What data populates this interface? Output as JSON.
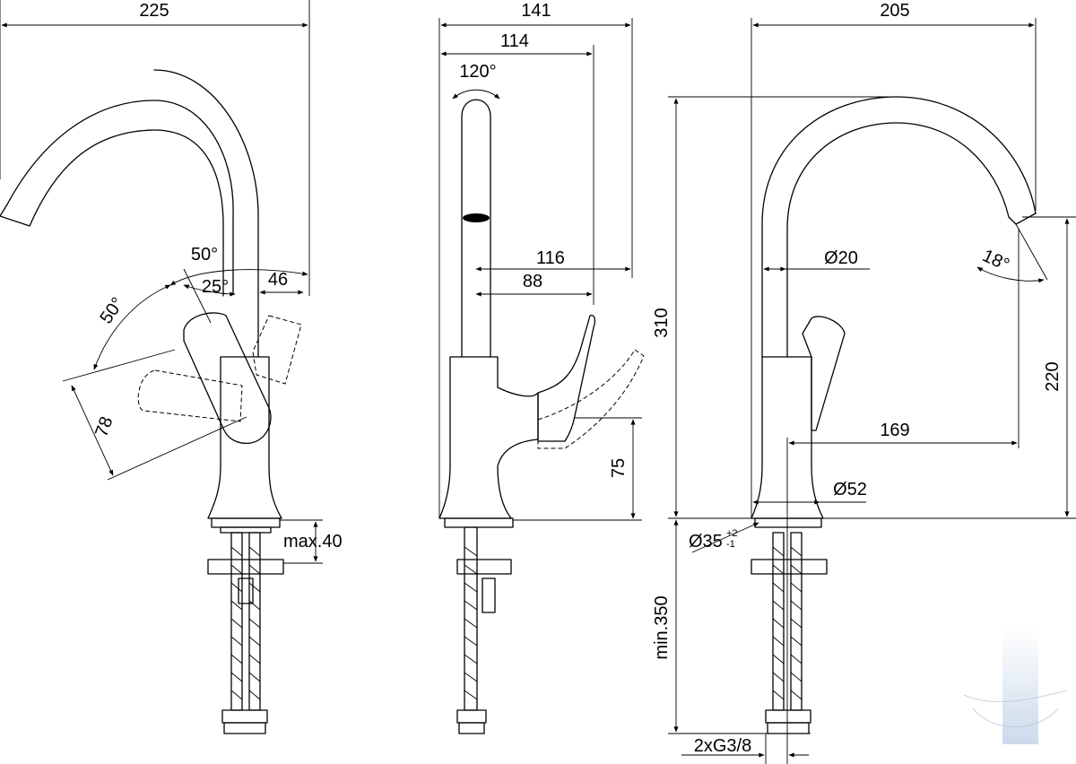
{
  "dimensions": {
    "left": {
      "width_overall": "225",
      "lever_angle_top": "50°",
      "lever_angle_half": "25°",
      "lever_offset": "46",
      "lever_angle_side": "50°",
      "lever_length": "78",
      "max_deck": "max.40"
    },
    "middle": {
      "depth_overall": "141",
      "spout_reach": "114",
      "swivel_angle": "120°",
      "lever_reach": "116",
      "lever_reach_inner": "88",
      "lever_height": "75"
    },
    "right": {
      "width_overall": "205",
      "total_height": "310",
      "spout_diameter": "Ø20",
      "outlet_angle": "18°",
      "outlet_height": "220",
      "spout_projection": "169",
      "base_diameter": "Ø52",
      "hole_diameter": "Ø35",
      "hole_tol_plus": "+2",
      "hole_tol_minus": "-1",
      "hose_length": "min.350",
      "connection": "2xG3/8"
    }
  },
  "colors": {
    "line": "#000000",
    "watermark": "#b7cbe3"
  }
}
